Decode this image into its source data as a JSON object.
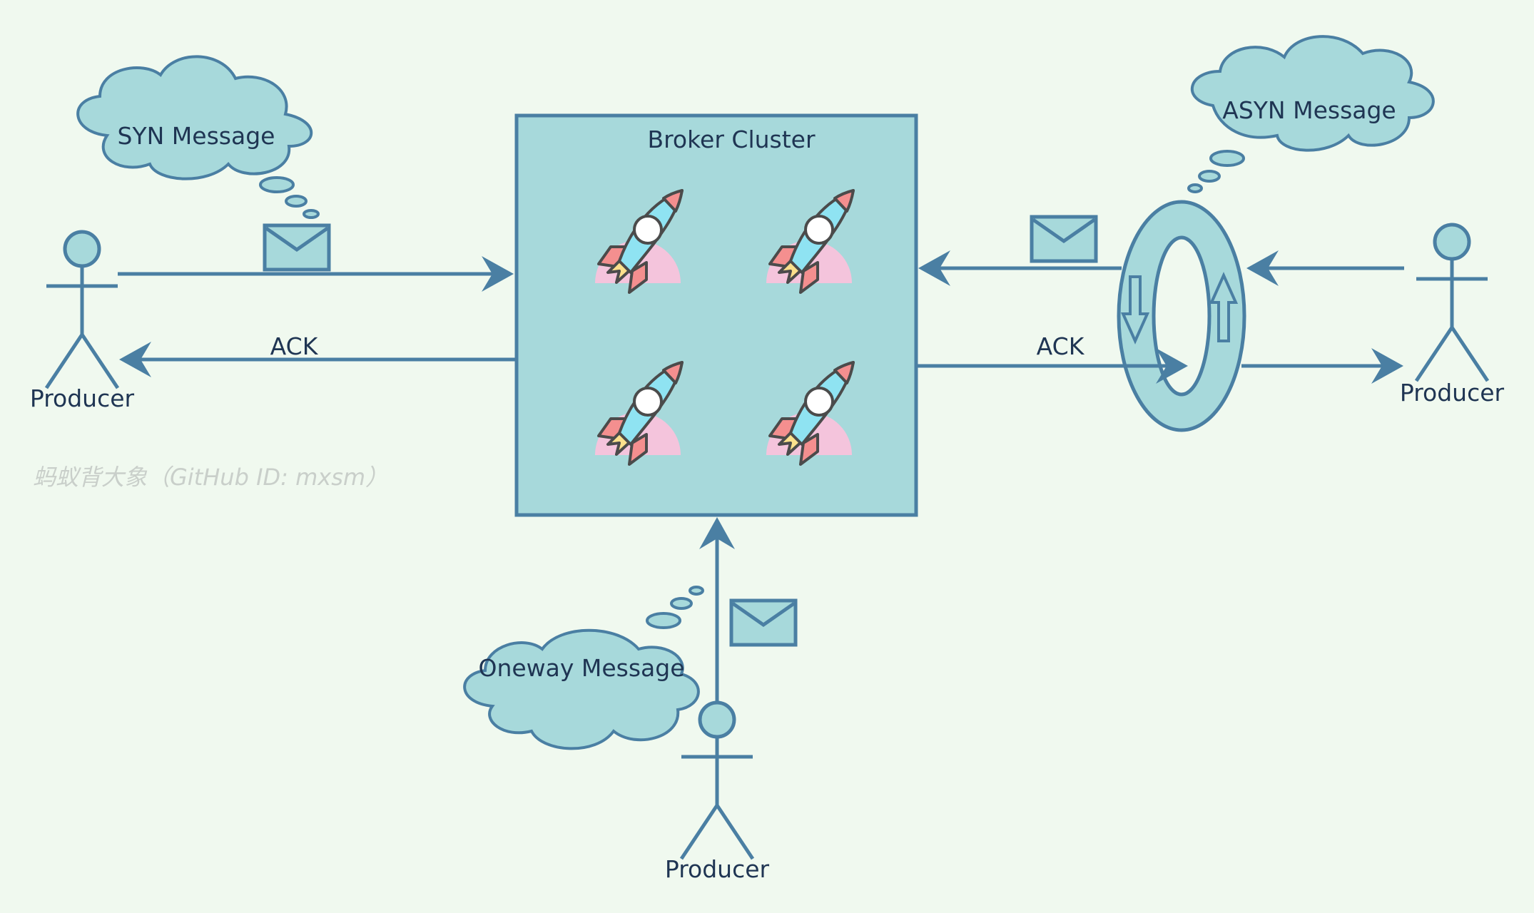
{
  "broker": {
    "title": "Broker Cluster"
  },
  "producers": {
    "left": "Producer",
    "right": "Producer",
    "bottom": "Producer"
  },
  "messages": {
    "sync": "SYN Message",
    "async": "ASYN Message",
    "oneway": "Oneway Message"
  },
  "acks": {
    "left": "ACK",
    "right": "ACK"
  },
  "watermark": "蚂蚁背大象（GitHub ID: mxsm）",
  "colors": {
    "background": "#f0f9ef",
    "box_fill": "#a7d9db",
    "stroke": "#4a7fa3",
    "text": "#1f3553",
    "watermark": "#c9cfca"
  }
}
